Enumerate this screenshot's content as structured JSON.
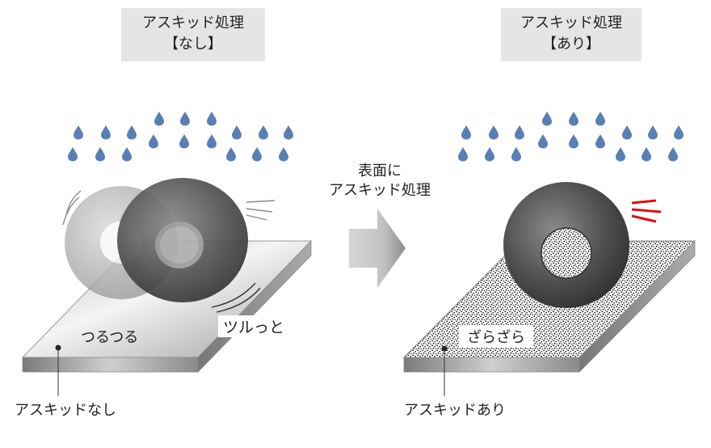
{
  "panels": {
    "left": {
      "title_line1": "アスキッド処理",
      "title_line2": "【なし】",
      "surface_label": "つるつる",
      "motion_label": "ツルっと",
      "caption": "アスキッドなし"
    },
    "right": {
      "title_line1": "アスキッド処理",
      "title_line2": "【あり】",
      "surface_label": "ざらざら",
      "caption": "アスキッドあり"
    }
  },
  "arrow": {
    "line1": "表面に",
    "line2": "アスキッド処理"
  },
  "colors": {
    "raindrop": "#5a7fb6",
    "title_box": "#e5e5e5",
    "grip_lines": "#dd1111",
    "tire": "#4a4a4a"
  }
}
